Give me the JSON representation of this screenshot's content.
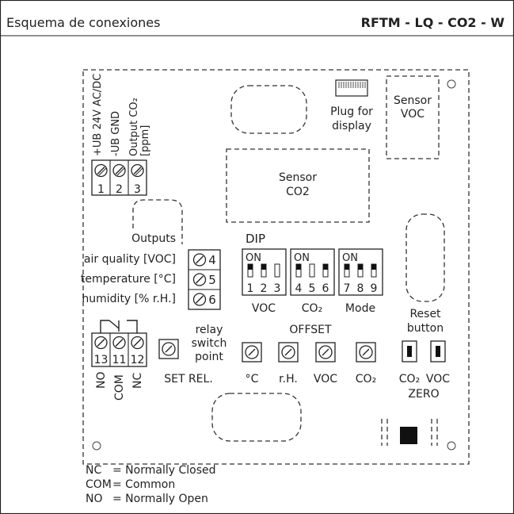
{
  "header": {
    "title": "Esquema de conexiones",
    "model": "RFTM - LQ - CO2 - W"
  },
  "power_terminals": {
    "labels": [
      "+UB 24V AC/DC",
      "-UB GND",
      "Output CO₂",
      "[ppm]"
    ],
    "numbers": [
      "1",
      "2",
      "3"
    ]
  },
  "outputs": {
    "title": "Outputs",
    "rows": [
      {
        "label": "air quality  [VOC]",
        "number": "4"
      },
      {
        "label": "temperature  [°C]",
        "number": "5"
      },
      {
        "label": "humidity  [% r.H.]",
        "number": "6"
      }
    ]
  },
  "sensors": {
    "co2": [
      "Sensor",
      "CO2"
    ],
    "voc": [
      "Sensor",
      "VOC"
    ]
  },
  "display_plug": [
    "Plug for",
    "display"
  ],
  "dip": {
    "title": "DIP",
    "on_label": "ON",
    "groups": [
      {
        "numbers": [
          "1",
          "2",
          "3"
        ],
        "label": "VOC",
        "states": [
          1,
          1,
          0
        ]
      },
      {
        "numbers": [
          "4",
          "5",
          "6"
        ],
        "label": "CO₂",
        "states": [
          1,
          0,
          1
        ]
      },
      {
        "numbers": [
          "7",
          "8",
          "9"
        ],
        "label": "Mode",
        "states": [
          1,
          1,
          1
        ]
      }
    ]
  },
  "relay": {
    "numbers": [
      "13",
      "11",
      "12"
    ],
    "labels": [
      "NO",
      "COM",
      "NC"
    ],
    "switch_text": [
      "relay",
      "switch",
      "point"
    ],
    "set_label": "SET REL."
  },
  "offset": {
    "title": "OFFSET",
    "labels": [
      "°C",
      "r.H.",
      "VOC",
      "CO₂"
    ]
  },
  "reset": {
    "title": [
      "Reset",
      "button"
    ],
    "labels": [
      "CO₂",
      "VOC"
    ],
    "zero_label": "ZERO"
  },
  "legend": [
    {
      "abbr": "NC",
      "text": "= Normally Closed"
    },
    {
      "abbr": "COM",
      "text": "= Common"
    },
    {
      "abbr": "NO",
      "text": "= Normally Open"
    }
  ]
}
